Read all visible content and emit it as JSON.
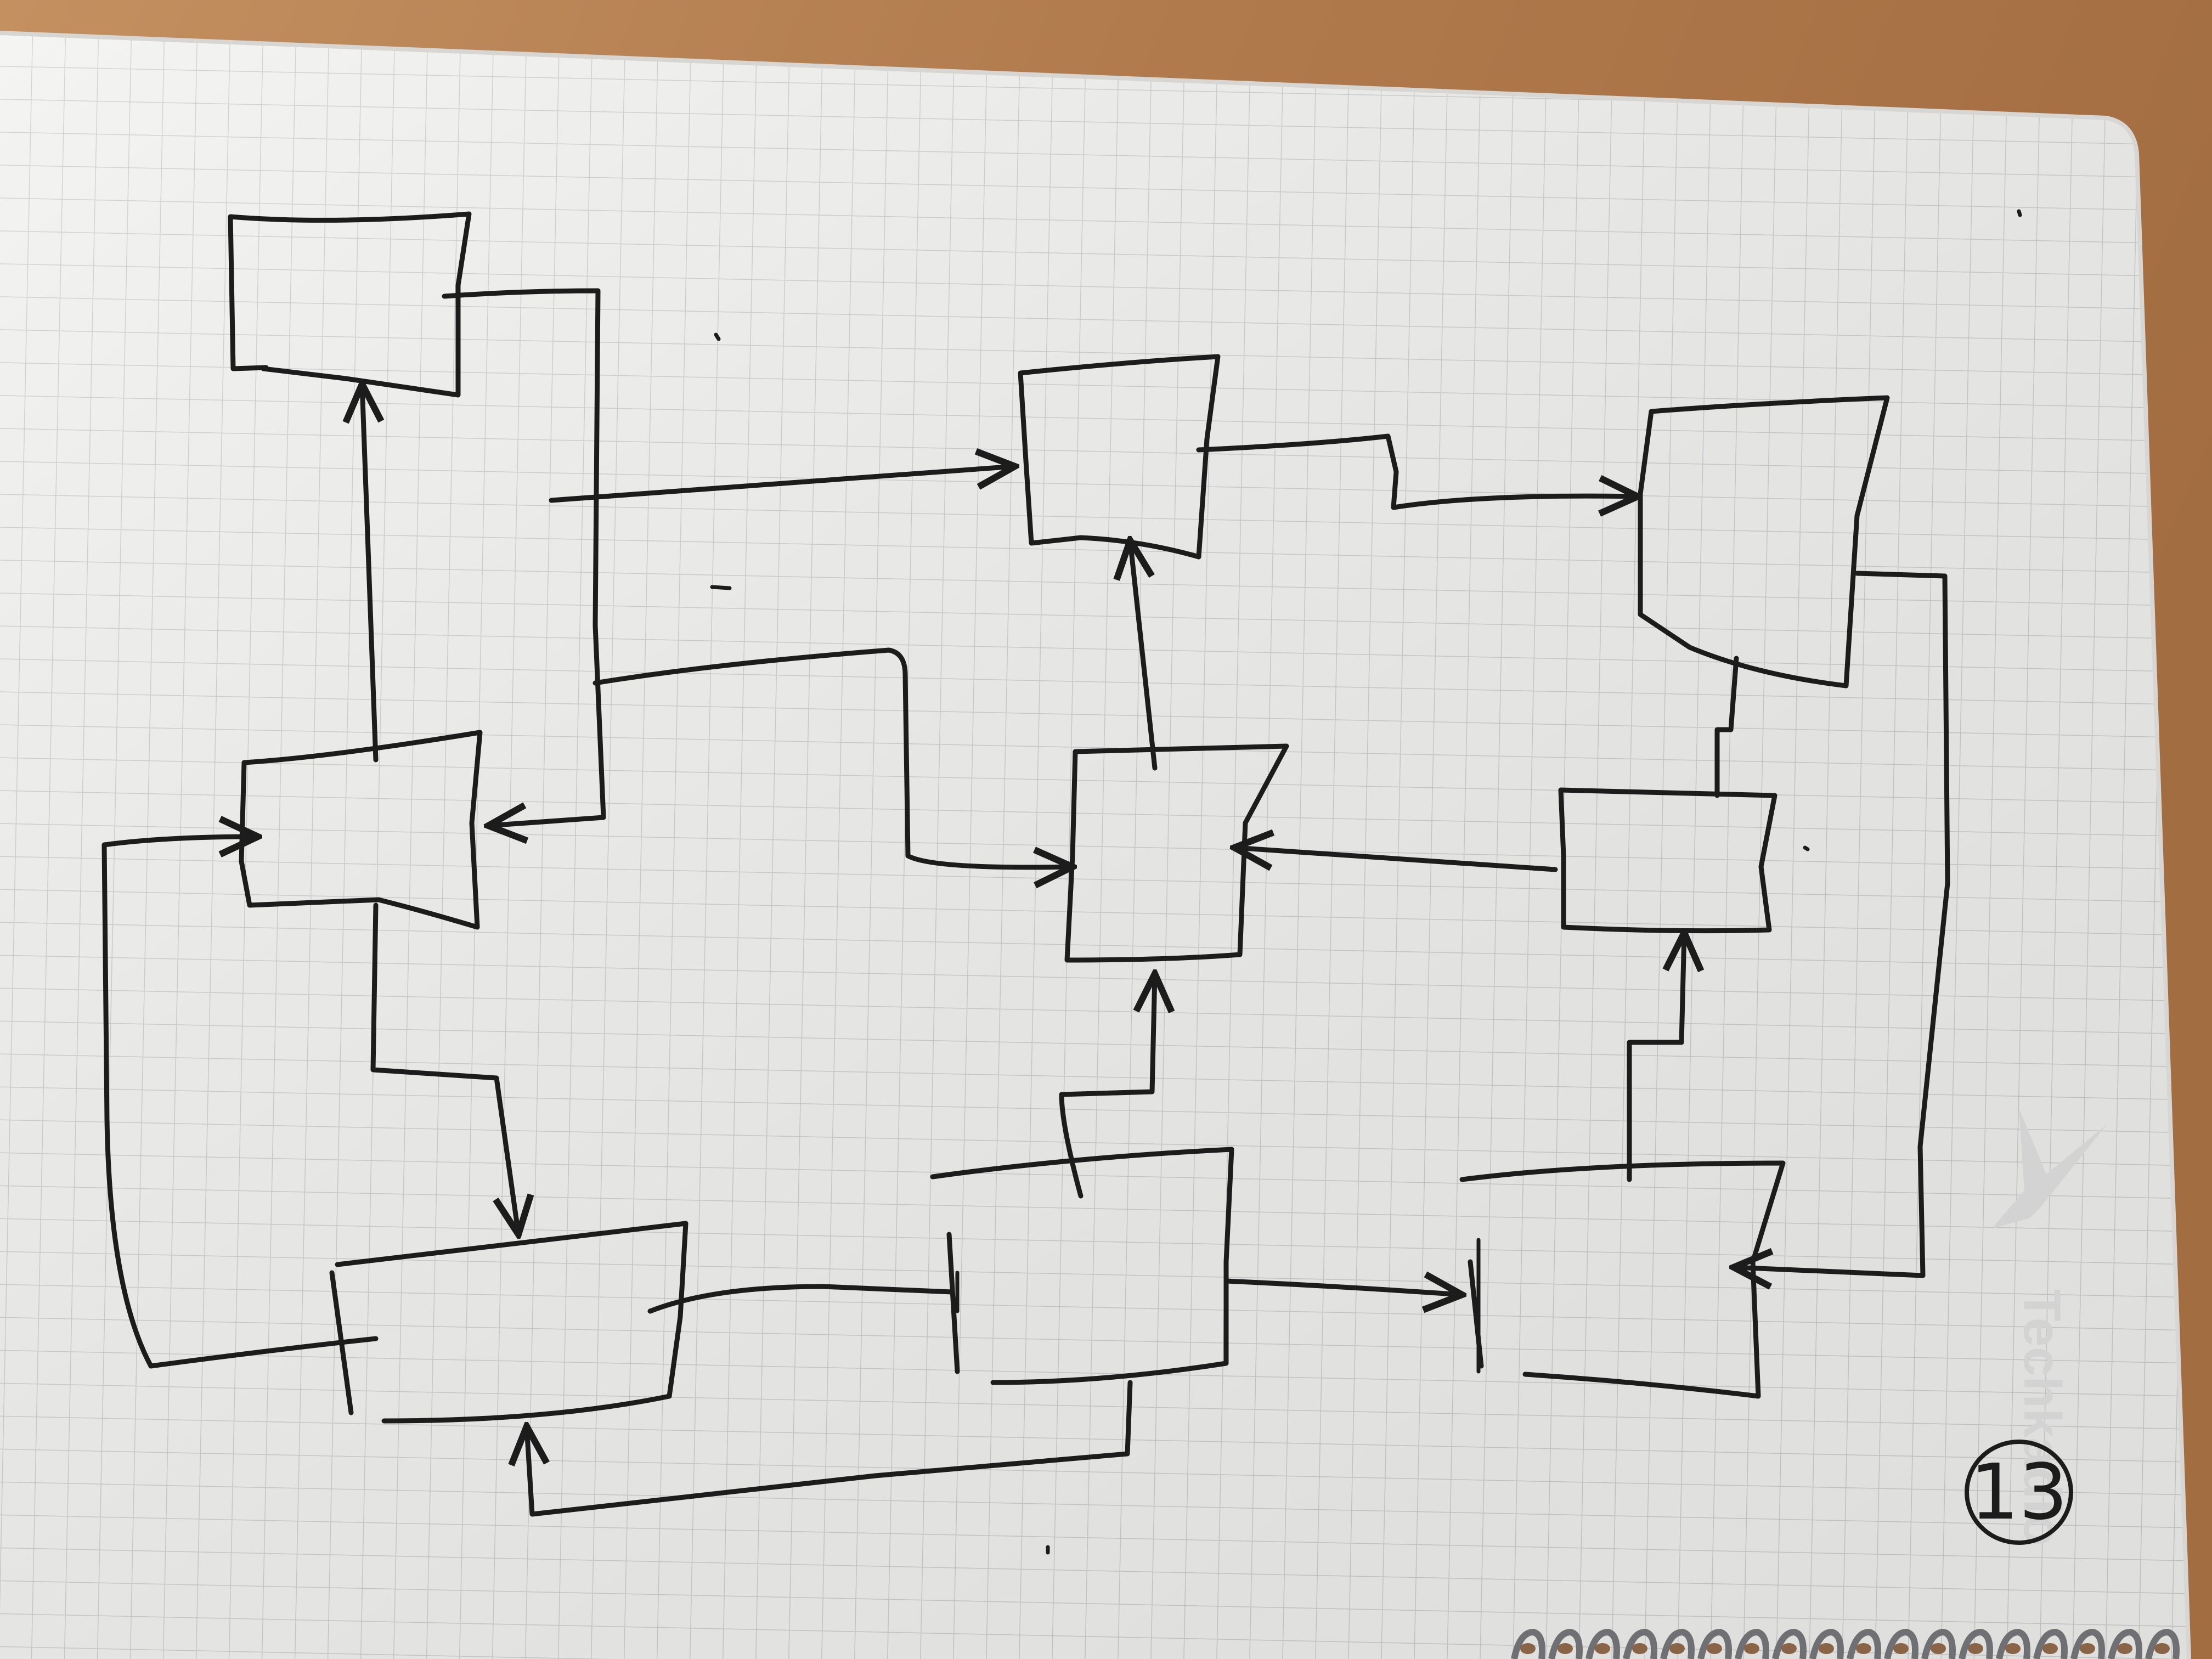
{
  "diagram": {
    "kind": "hand-drawn flowchart on grid paper",
    "ink_color": "#1c1c1c",
    "paper_color": "#ebebea",
    "grid_color": "#c9cbce",
    "boxes": [
      "box-top-left",
      "box-mid-left",
      "box-bottom-left",
      "box-top-center",
      "box-mid-center",
      "box-bottom-center",
      "box-top-right",
      "box-mid-right",
      "box-bottom-right"
    ],
    "connection_count": 16
  },
  "watermark": {
    "text": "Techkadio",
    "color": "#d3d3d3"
  },
  "page_number": {
    "text": "13"
  }
}
